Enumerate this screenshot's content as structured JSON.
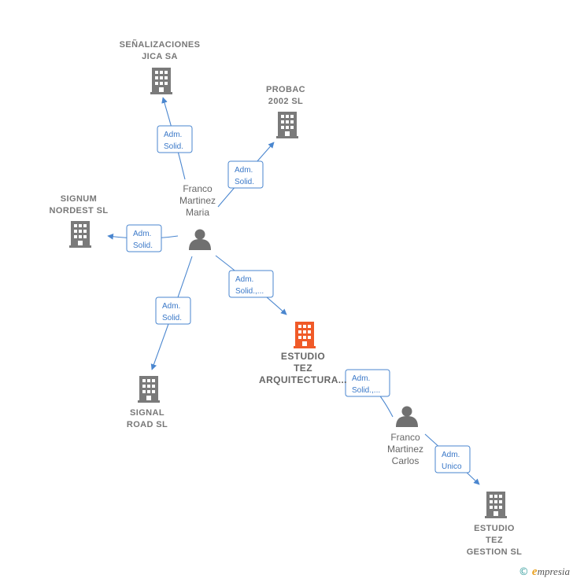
{
  "colors": {
    "edge": "#4a86cf",
    "company": "#7a7a7a",
    "company_highlight": "#f05a28",
    "person": "#707070"
  },
  "companies": [
    {
      "id": "senalizaciones",
      "lines": [
        "SEÑALIZACIONES",
        "JICA SA"
      ],
      "highlight": false
    },
    {
      "id": "probac",
      "lines": [
        "PROBAC",
        "2002 SL"
      ],
      "highlight": false
    },
    {
      "id": "signum",
      "lines": [
        "SIGNUM",
        "NORDEST SL"
      ],
      "highlight": false
    },
    {
      "id": "estudio-tez-arquitectura",
      "lines": [
        "ESTUDIO",
        "TEZ",
        "ARQUITECTURA..."
      ],
      "highlight": true
    },
    {
      "id": "signal-road",
      "lines": [
        "SIGNAL",
        "ROAD SL"
      ],
      "highlight": false
    },
    {
      "id": "estudio-tez-gestion",
      "lines": [
        "ESTUDIO",
        "TEZ",
        "GESTION  SL"
      ],
      "highlight": false
    }
  ],
  "persons": [
    {
      "id": "franco-martinez-maria",
      "lines": [
        "Franco",
        "Martinez",
        "Maria"
      ],
      "icon": "person-icon"
    },
    {
      "id": "franco-martinez-carlos",
      "lines": [
        "Franco",
        "Martinez",
        "Carlos"
      ],
      "icon": "person-icon"
    }
  ],
  "edges": [
    {
      "from": "franco-martinez-maria",
      "to": "senalizaciones",
      "label": [
        "Adm.",
        "Solid."
      ]
    },
    {
      "from": "franco-martinez-maria",
      "to": "probac",
      "label": [
        "Adm.",
        "Solid."
      ]
    },
    {
      "from": "franco-martinez-maria",
      "to": "signum",
      "label": [
        "Adm.",
        "Solid."
      ]
    },
    {
      "from": "franco-martinez-maria",
      "to": "estudio-tez-arquitectura",
      "label": [
        "Adm.",
        "Solid.,..."
      ]
    },
    {
      "from": "franco-martinez-maria",
      "to": "signal-road",
      "label": [
        "Adm.",
        "Solid."
      ]
    },
    {
      "from": "franco-martinez-carlos",
      "to": "estudio-tez-arquitectura",
      "label": [
        "Adm.",
        "Solid.,..."
      ]
    },
    {
      "from": "franco-martinez-carlos",
      "to": "estudio-tez-gestion",
      "label": [
        "Adm.",
        "Unico"
      ]
    }
  ],
  "footer": {
    "copyright_symbol": "©",
    "brand_initial": "e",
    "brand_rest": "mpresia"
  }
}
